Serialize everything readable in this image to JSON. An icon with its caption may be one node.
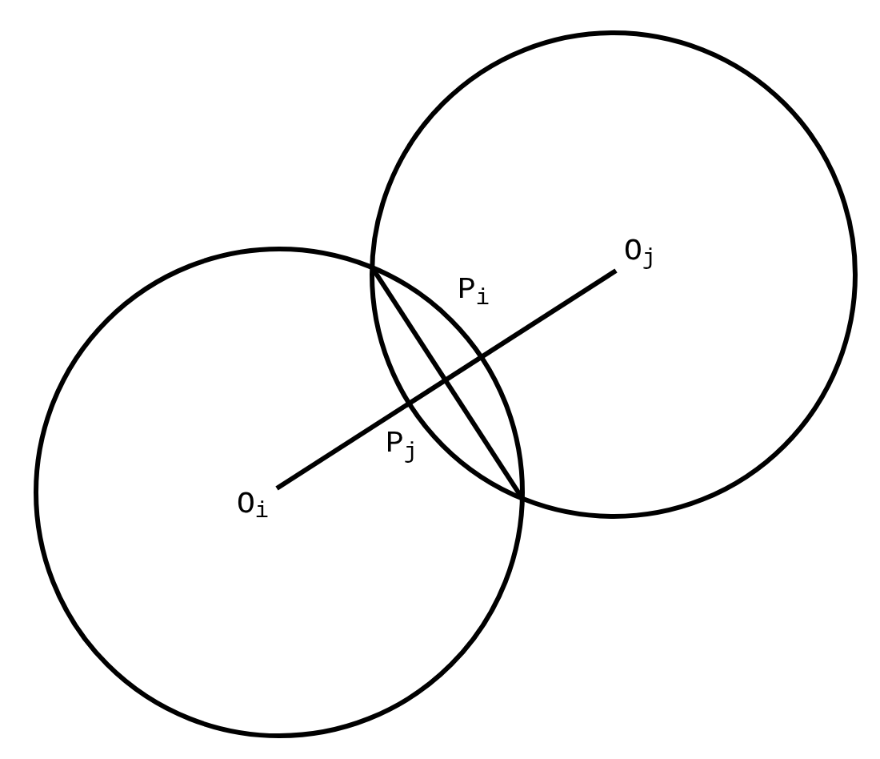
{
  "diagram": {
    "nodes": [
      {
        "text": [],
        "shape": "circle"
      },
      {
        "text": [],
        "shape": "circle"
      },
      {
        "text": [
          "O$_{i}$"
        ],
        "in": 0
      },
      {
        "text": [
          "O$_{j}$"
        ],
        "in": 1
      }
    ],
    "edges": [
      {
        "from": 2,
        "to": 3,
        "arrow": "none"
      },
      {
        "from": 0,
        "to": 1,
        "arrow": "none"
      }
    ],
    "labels": [
      "P$_{i}$",
      "P$_{j}$"
    ]
  }
}
